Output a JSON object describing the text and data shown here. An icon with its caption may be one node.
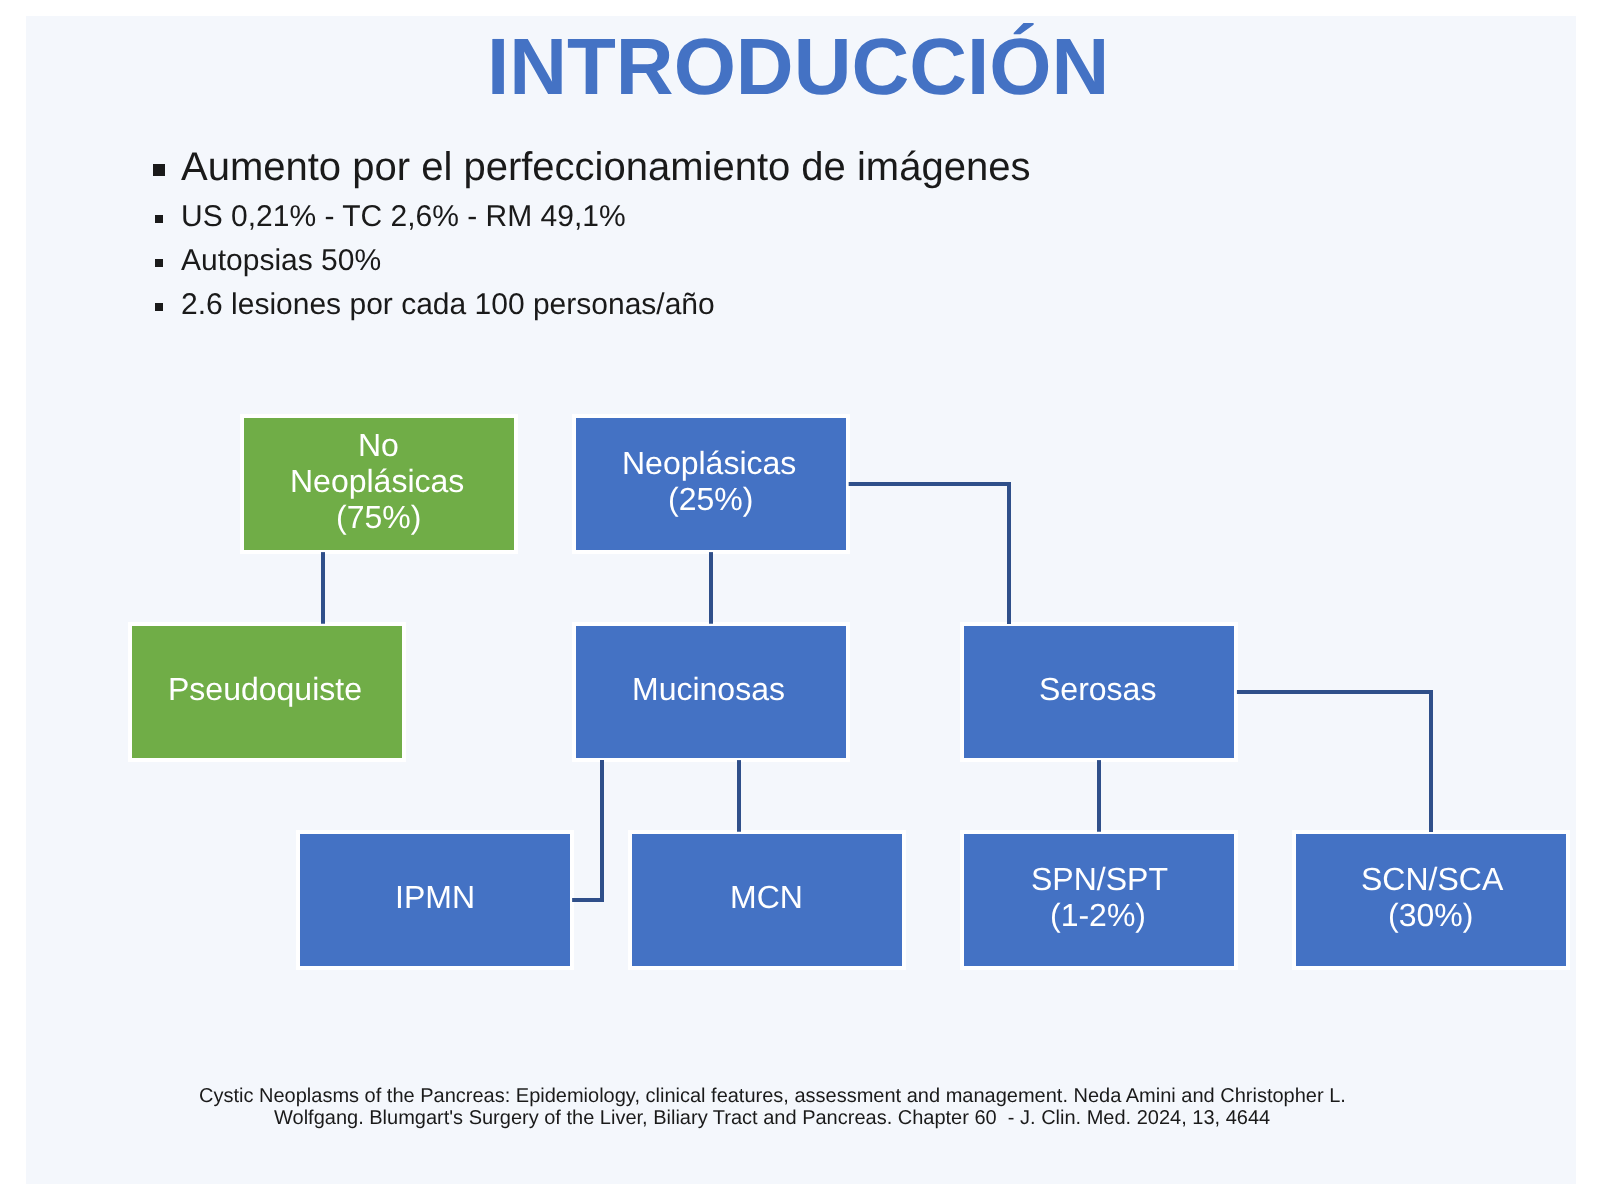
{
  "diagram": {
    "title": "INTRODUCCIÓN",
    "caption": "Cystic Neoplasms of the Pancreas: Epidemiology, clinical features, assessment and management. Neda Amini and Christopher L. Wolfgang. Blumgart's Surgery of the Liver, Biliary Tract and Pancreas. Chapter 60  - J. Clin. Med. 2024, 13, 4644",
    "nodes": [
      {
        "text": [
          "No Neoplásicas (75%)"
        ]
      },
      {
        "text": [
          "Pseudoquiste"
        ]
      },
      {
        "text": [
          "Neoplásicas (25%)"
        ]
      },
      {
        "text": [
          "Mucinosas"
        ]
      },
      {
        "text": [
          "Serosas"
        ]
      },
      {
        "text": [
          "IPMN"
        ]
      },
      {
        "text": [
          "MCN"
        ]
      },
      {
        "text": [
          "SPN/SPT (1-2%)"
        ]
      },
      {
        "text": [
          "SCN/SCA (30%)"
        ]
      }
    ],
    "edges": [
      {
        "from": 0,
        "to": 1,
        "arrow": "none"
      },
      {
        "from": 2,
        "to": 3,
        "arrow": "none"
      },
      {
        "from": 2,
        "to": 4,
        "arrow": "none"
      },
      {
        "from": 3,
        "to": 5,
        "arrow": "none"
      },
      {
        "from": 3,
        "to": 6,
        "arrow": "none"
      },
      {
        "from": 4,
        "to": 7,
        "arrow": "none"
      },
      {
        "from": 4,
        "to": 8,
        "arrow": "none"
      }
    ],
    "labels": [
      "Aumento por el perfeccionamiento de imágenes",
      "US 0,21% - TC 2,6% - RM 49,1%",
      "Autopsias 50%",
      "2.6 lesiones por cada 100 personas/año"
    ]
  }
}
